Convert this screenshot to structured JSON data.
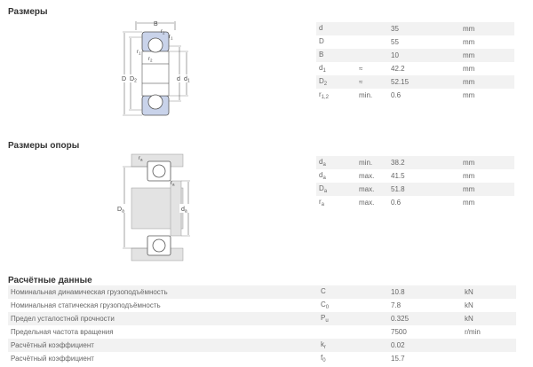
{
  "sections": {
    "dimensions_title": "Размеры",
    "abutment_title": "Размеры опоры",
    "calc_title": "Расчётные данные"
  },
  "dimensions": [
    {
      "sym": "d",
      "sub": "",
      "qual": "",
      "val": "35",
      "unit": "mm"
    },
    {
      "sym": "D",
      "sub": "",
      "qual": "",
      "val": "55",
      "unit": "mm"
    },
    {
      "sym": "B",
      "sub": "",
      "qual": "",
      "val": "10",
      "unit": "mm"
    },
    {
      "sym": "d",
      "sub": "1",
      "qual": "≈",
      "val": "42.2",
      "unit": "mm"
    },
    {
      "sym": "D",
      "sub": "2",
      "qual": "≈",
      "val": "52.15",
      "unit": "mm"
    },
    {
      "sym": "r",
      "sub": "1,2",
      "qual": "min.",
      "val": "0.6",
      "unit": "mm"
    }
  ],
  "abutment": [
    {
      "sym": "d",
      "sub": "a",
      "qual": "min.",
      "val": "38.2",
      "unit": "mm"
    },
    {
      "sym": "d",
      "sub": "a",
      "qual": "max.",
      "val": "41.5",
      "unit": "mm"
    },
    {
      "sym": "D",
      "sub": "a",
      "qual": "max.",
      "val": "51.8",
      "unit": "mm"
    },
    {
      "sym": "r",
      "sub": "a",
      "qual": "max.",
      "val": "0.6",
      "unit": "mm"
    }
  ],
  "calc": [
    {
      "name": "Номинальная динамическая грузоподъёмность",
      "sym": "C",
      "sub": "",
      "val": "10.8",
      "unit": "kN"
    },
    {
      "name": "Номинальная статическая грузоподъёмность",
      "sym": "C",
      "sub": "0",
      "val": "7.8",
      "unit": "kN"
    },
    {
      "name": "Предел усталостной прочности",
      "sym": "P",
      "sub": "u",
      "val": "0.325",
      "unit": "kN"
    },
    {
      "name": "Предельная частота вращения",
      "sym": "",
      "sub": "",
      "val": "7500",
      "unit": "r/min"
    },
    {
      "name": "Расчётный коэффициент",
      "sym": "k",
      "sub": "r",
      "val": "0.02",
      "unit": ""
    },
    {
      "name": "Расчётный коэффициент",
      "sym": "f",
      "sub": "0",
      "val": "15.7",
      "unit": ""
    }
  ],
  "drawing1": {
    "label_B": "B",
    "label_r2": "r",
    "label_r2_sub": "2",
    "label_r1": "r",
    "label_r1_sub": "1",
    "label_D": "D",
    "label_D2": "D",
    "label_D2_sub": "2",
    "label_d": "d",
    "label_d1": "d",
    "label_d1_sub": "1"
  },
  "drawing2": {
    "label_ra": "r",
    "label_ra_sub": "a",
    "label_Da": "D",
    "label_Da_sub": "a",
    "label_da": "d",
    "label_da_sub": "a"
  },
  "colors": {
    "ring_fill": "#c9d3ea",
    "ring_stroke": "#555555",
    "shaft_fill": "#e3e3e3",
    "zebra": "#f2f2f2"
  }
}
